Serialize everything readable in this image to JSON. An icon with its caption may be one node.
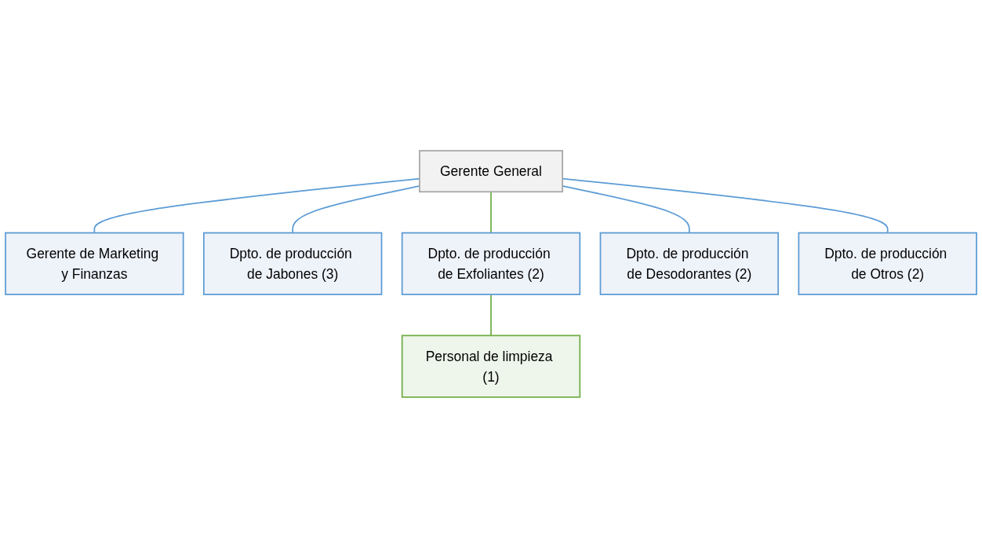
{
  "diagram": {
    "nodes": [
      {
        "text": [
          "Gerente General"
        ]
      },
      {
        "text": [
          "Gerente de Marketing y Finanzas"
        ]
      },
      {
        "text": [
          "Dpto. de producción de Jabones (3)"
        ]
      },
      {
        "text": [
          "Dpto. de producción de Exfoliantes (2)"
        ]
      },
      {
        "text": [
          "Dpto. de producción de Desodorantes (2)"
        ]
      },
      {
        "text": [
          "Dpto. de producción de Otros (2)"
        ]
      },
      {
        "text": [
          "Personal de limpieza (1)"
        ]
      }
    ],
    "edges": [
      {
        "from": 0,
        "to": 1,
        "arrow": "none"
      },
      {
        "from": 0,
        "to": 2,
        "arrow": "none"
      },
      {
        "from": 0,
        "to": 3,
        "arrow": "none",
        "color": "#70ad47"
      },
      {
        "from": 0,
        "to": 4,
        "arrow": "none"
      },
      {
        "from": 0,
        "to": 5,
        "arrow": "none"
      },
      {
        "from": 3,
        "to": 6,
        "arrow": "none",
        "color": "#70ad47"
      }
    ]
  }
}
